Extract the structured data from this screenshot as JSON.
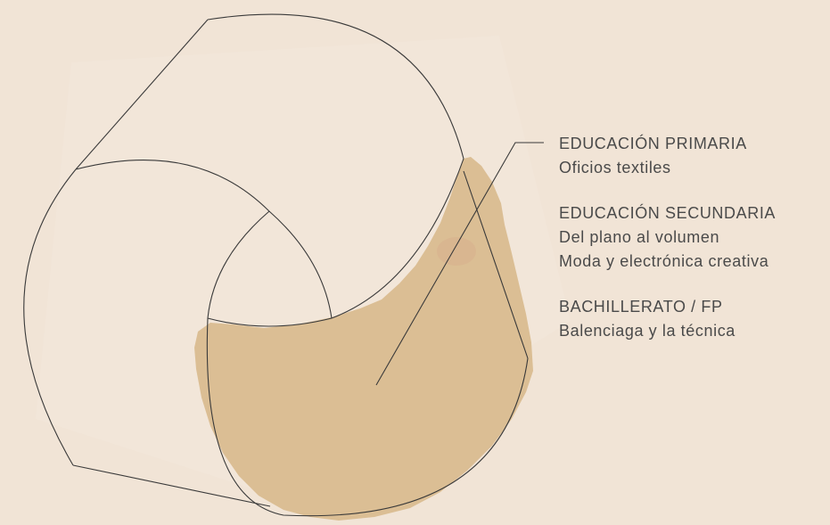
{
  "colors": {
    "background": "#f1e4d6",
    "fabric": "#d9bb8e",
    "line": "#3a3a3a",
    "text": "#4a4a4a"
  },
  "legend": {
    "groups": [
      {
        "heading": "EDUCACIÓN PRIMARIA",
        "items": [
          "Oficios textiles"
        ]
      },
      {
        "heading": "EDUCACIÓN SECUNDARIA",
        "items": [
          "Del plano al volumen",
          "Moda y electrónica creativa"
        ]
      },
      {
        "heading": "BACHILLERATO / FP",
        "items": [
          "Balenciaga y la técnica"
        ]
      }
    ]
  }
}
